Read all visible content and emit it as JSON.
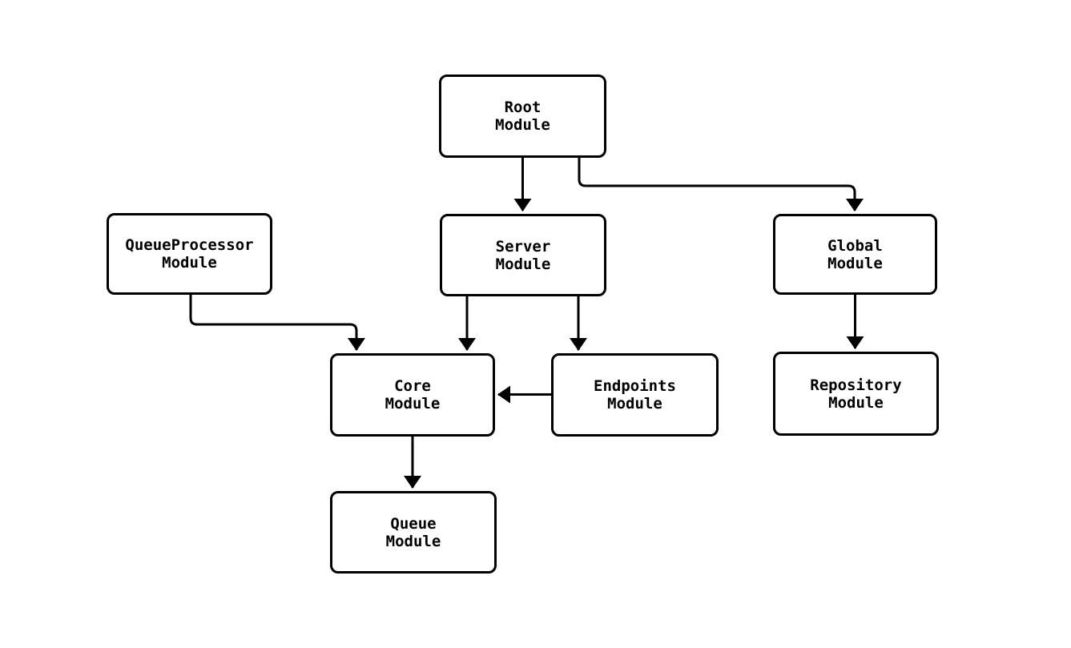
{
  "diagram": {
    "type": "module-dependency-flowchart",
    "colors": {
      "background": "#ffffff",
      "node_fill": "#ffffff",
      "node_border": "#000000",
      "edge_stroke": "#000000",
      "text": "#000000"
    },
    "nodes": {
      "root": {
        "label": "Root\nModule"
      },
      "queueproc": {
        "label": "QueueProcessor\nModule"
      },
      "server": {
        "label": "Server\nModule"
      },
      "global": {
        "label": "Global\nModule"
      },
      "core": {
        "label": "Core\nModule"
      },
      "endpoints": {
        "label": "Endpoints\nModule"
      },
      "repository": {
        "label": "Repository\nModule"
      },
      "queue": {
        "label": "Queue\nModule"
      }
    },
    "edges": [
      {
        "from": "Root Module",
        "to": "Server Module"
      },
      {
        "from": "Root Module",
        "to": "Global Module"
      },
      {
        "from": "QueueProcessor Module",
        "to": "Core Module"
      },
      {
        "from": "Server Module",
        "to": "Core Module"
      },
      {
        "from": "Server Module",
        "to": "Endpoints Module"
      },
      {
        "from": "Endpoints Module",
        "to": "Core Module"
      },
      {
        "from": "Global Module",
        "to": "Repository Module"
      },
      {
        "from": "Core Module",
        "to": "Queue Module"
      }
    ]
  }
}
